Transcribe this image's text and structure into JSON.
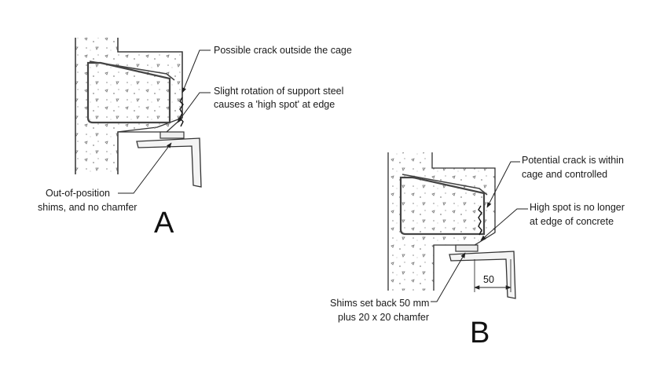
{
  "detail_a": {
    "label": "A",
    "note_crack": "Possible crack outside the cage",
    "note_rotation_1": "Slight rotation of support steel",
    "note_rotation_2": "causes a 'high spot' at edge",
    "note_shims_1": "Out-of-position",
    "note_shims_2": "shims, and no chamfer"
  },
  "detail_b": {
    "label": "B",
    "note_crack_1": "Potential crack is within",
    "note_crack_2": "cage and controlled",
    "note_highspot_1": "High spot is no longer",
    "note_highspot_2": "at edge of concrete",
    "dimension": "50",
    "note_shims_1": "Shims set back 50 mm",
    "note_shims_2": "plus 20 x 20 chamfer"
  }
}
